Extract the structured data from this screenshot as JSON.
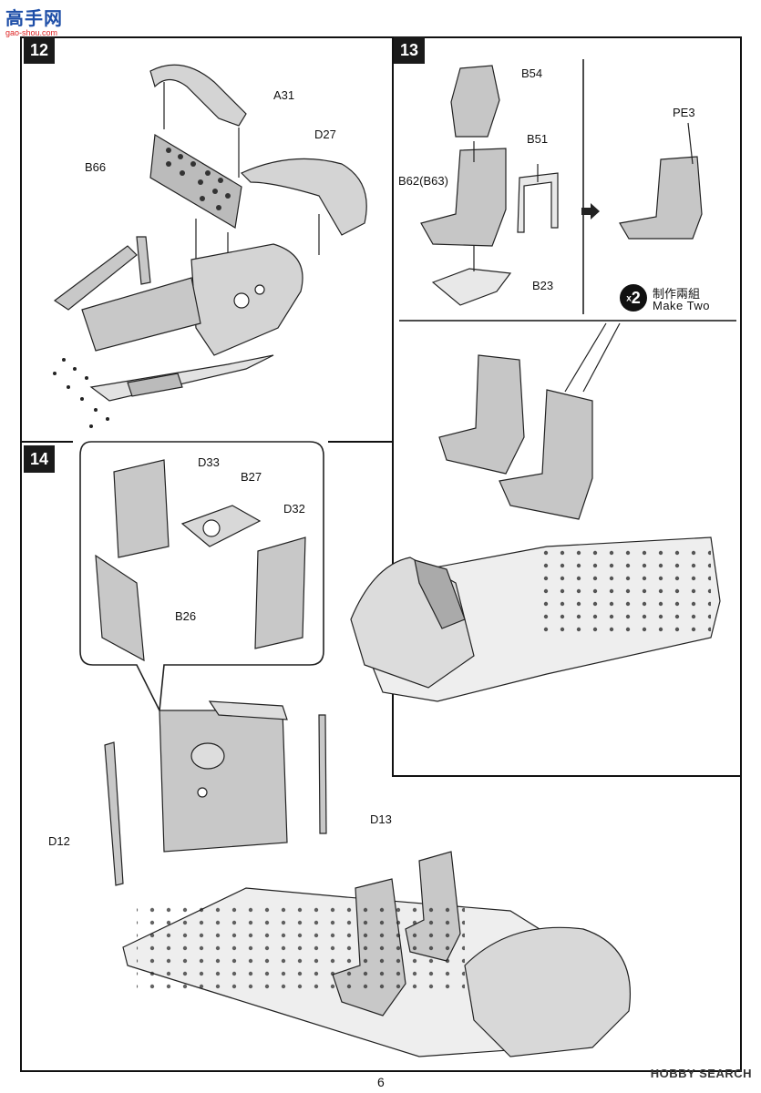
{
  "logo": {
    "chars": "高手网",
    "site": "gao-shou.com"
  },
  "watermark": "HOBBY SEARCH",
  "page_number": "6",
  "step12": {
    "number": "12",
    "labels": {
      "a31": "A31",
      "d27": "D27",
      "b66": "B66"
    }
  },
  "step13": {
    "number": "13",
    "labels": {
      "b54": "B54",
      "b51": "B51",
      "b62": "B62(B63)",
      "b23": "B23",
      "pe3": "PE3"
    },
    "make_two": {
      "badge_x": "x",
      "badge_num": "2",
      "text_zh": "制作兩組",
      "text_en": "Make Two"
    }
  },
  "step14": {
    "number": "14",
    "labels": {
      "d33": "D33",
      "b27": "B27",
      "d32": "D32",
      "b26": "B26",
      "d12": "D12",
      "d13": "D13"
    }
  }
}
